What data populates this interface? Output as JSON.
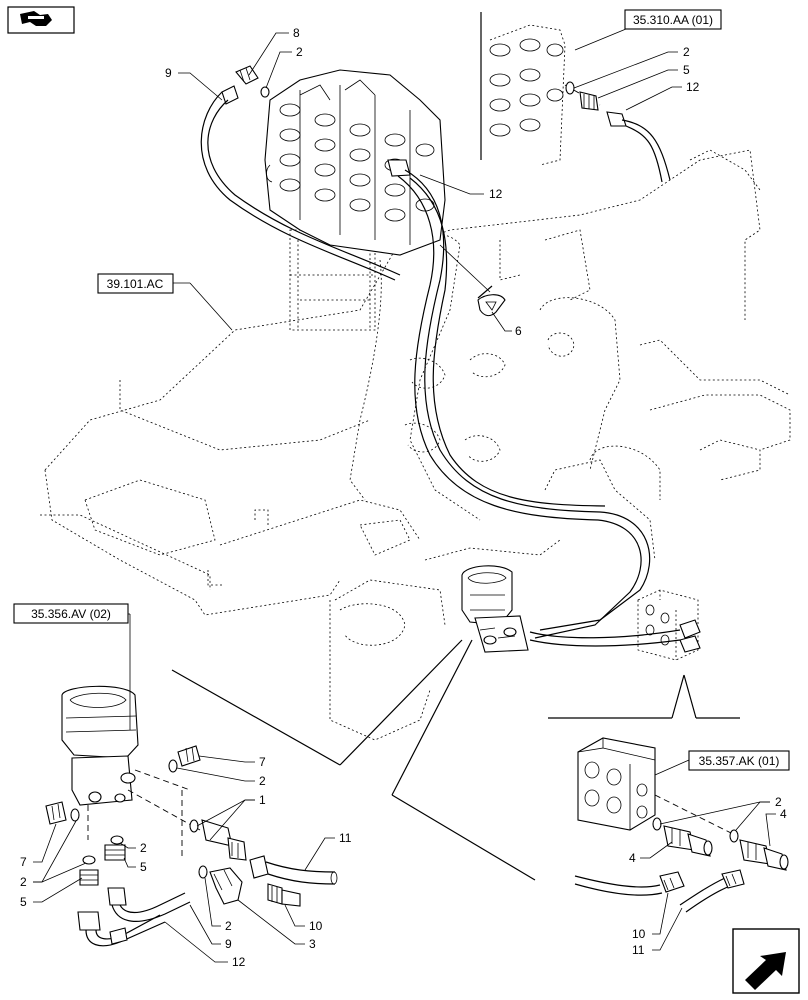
{
  "references": {
    "top_right": "35.310.AA (01)",
    "left_frame": "39.101.AC",
    "left_detail": "35.356.AV (02)",
    "right_detail": "35.357.AK (01)"
  },
  "callouts": {
    "c8": "8",
    "c2_top": "2",
    "c9_top": "9",
    "c12_mid": "12",
    "c6": "6",
    "c2_tr": "2",
    "c5_tr": "5",
    "c12_tr": "12",
    "c7_r": "7",
    "c2_r": "2",
    "c1": "1",
    "c2_m1": "2",
    "c5_m": "5",
    "c11_l": "11",
    "c10_l": "10",
    "c3": "3",
    "c2_b": "2",
    "c9_b": "9",
    "c12_b": "12",
    "c7_l": "7",
    "c2_l": "2",
    "c5_l": "5",
    "c2_rt": "2",
    "c4_rt": "4",
    "c4_rl": "4",
    "c10_r": "10",
    "c11_r": "11"
  },
  "icons": {
    "top_left": "book-arrow-icon",
    "bottom_right": "next-page-arrow-icon"
  }
}
